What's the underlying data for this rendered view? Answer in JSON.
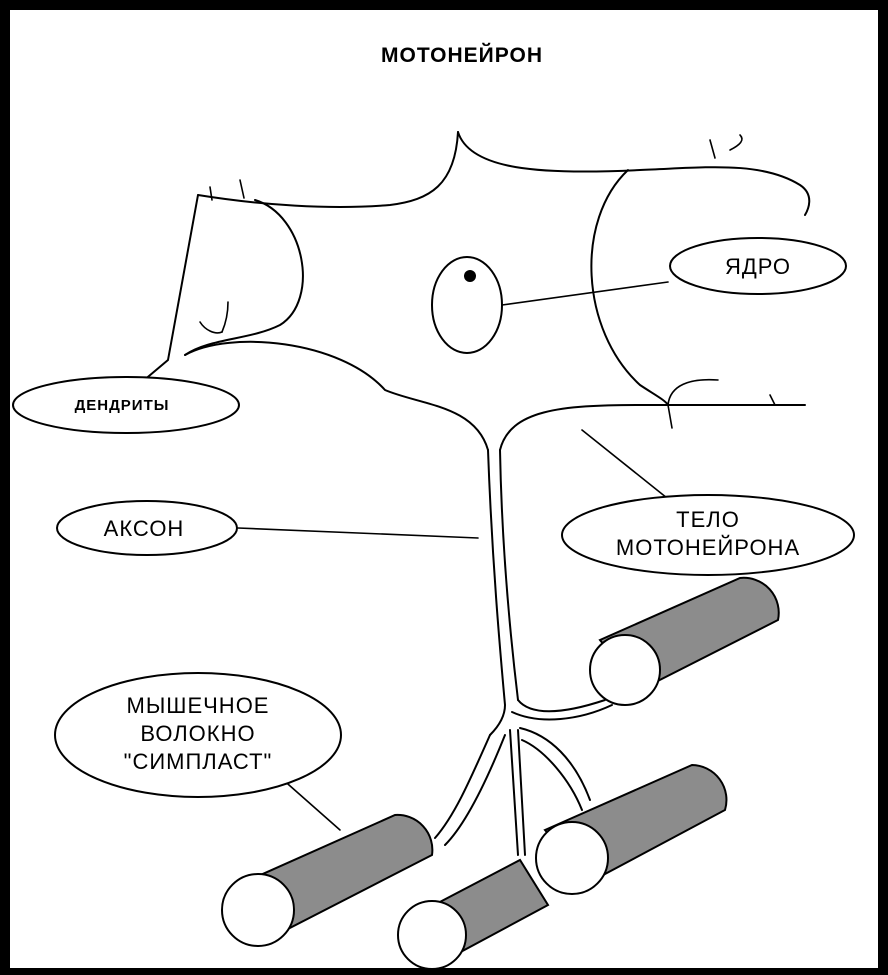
{
  "title": "МОТОНЕЙРОН",
  "labels": {
    "nucleus": "ЯДРО",
    "dendrites": "ДЕНДРИТЫ",
    "axon": "АКСОН",
    "body_line1": "ТЕЛО",
    "body_line2": "МОТОНЕЙРОНА",
    "fiber_line1": "МЫШЕЧНОЕ",
    "fiber_line2": "ВОЛОКНО",
    "fiber_line3": "\"СИМПЛАСТ\""
  },
  "colors": {
    "background": "#ffffff",
    "frame": "#000000",
    "fiber_fill": "#8c8c8c"
  }
}
